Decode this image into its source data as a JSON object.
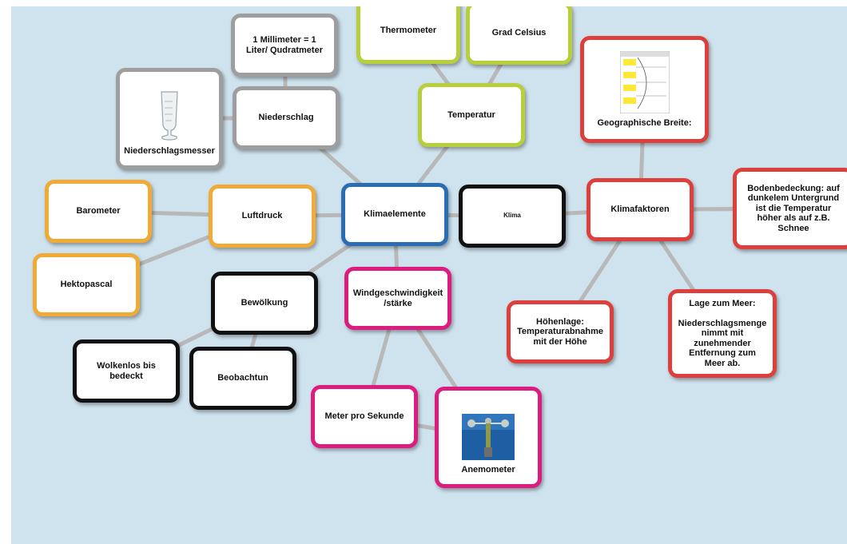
{
  "colors": {
    "background": "#cfe3ef",
    "connector": "#b8b8b8",
    "gray": "#9e9e9e",
    "lime": "#b7cf3b",
    "red": "#dd3f3d",
    "orange": "#f0aa36",
    "blue": "#2a6db5",
    "black": "#111111",
    "magenta": "#dd1c7f"
  },
  "nodes": {
    "thermometer": "Thermometer",
    "grad_celsius": "Grad Celsius",
    "temperatur": "Temperatur",
    "liter_pro_qm": "1 Millimeter = 1 Liter/ Qudratmeter",
    "niederschlag": "Niederschlag",
    "niederschlagsmesser": "Niederschlagsmesser",
    "geographische_breite": "Geographische Breite:",
    "klimafaktoren": "Klimafaktoren",
    "bodenbedeckung": "Bodenbedeckung: auf dunkelem Untergrund ist die Temperatur höher als auf z.B. Schnee",
    "klima": "Klima",
    "klimaelemente": "Klimaelemente",
    "luftdruck": "Luftdruck",
    "barometer": "Barometer",
    "hektopascal": "Hektopascal",
    "bewoelkung": "Bewölkung",
    "wolkenlos": "Wolkenlos bis bedeckt",
    "beobachtun": "Beobachtun",
    "windgeschwindigkeit": "Windgeschwindigkeit /stärke",
    "meter_pro_sekunde": "Meter pro Sekunde",
    "anemometer": "Anemometer",
    "hoehenlage": "Höhenlage: Temperaturabnahme mit der Höhe",
    "lage_zum_meer": "Lage zum Meer:\n\nNiederschlagsmenge nimmt mit zunehmender Entfernung zum Meer ab."
  },
  "edges": [
    [
      "klimaelemente",
      "temperatur"
    ],
    [
      "temperatur",
      "thermometer"
    ],
    [
      "temperatur",
      "grad_celsius"
    ],
    [
      "klimaelemente",
      "niederschlag"
    ],
    [
      "niederschlag",
      "liter_pro_qm"
    ],
    [
      "niederschlag",
      "niederschlagsmesser"
    ],
    [
      "klimaelemente",
      "luftdruck"
    ],
    [
      "luftdruck",
      "barometer"
    ],
    [
      "luftdruck",
      "hektopascal"
    ],
    [
      "klimaelemente",
      "bewoelkung"
    ],
    [
      "bewoelkung",
      "wolkenlos"
    ],
    [
      "bewoelkung",
      "beobachtun"
    ],
    [
      "klimaelemente",
      "windgeschwindigkeit"
    ],
    [
      "windgeschwindigkeit",
      "meter_pro_sekunde"
    ],
    [
      "windgeschwindigkeit",
      "anemometer"
    ],
    [
      "meter_pro_sekunde",
      "anemometer"
    ],
    [
      "klimaelemente",
      "klima"
    ],
    [
      "klima",
      "klimafaktoren"
    ],
    [
      "klimafaktoren",
      "geographische_breite"
    ],
    [
      "klimafaktoren",
      "bodenbedeckung"
    ],
    [
      "klimafaktoren",
      "hoehenlage"
    ],
    [
      "klimafaktoren",
      "lage_zum_meer"
    ]
  ]
}
